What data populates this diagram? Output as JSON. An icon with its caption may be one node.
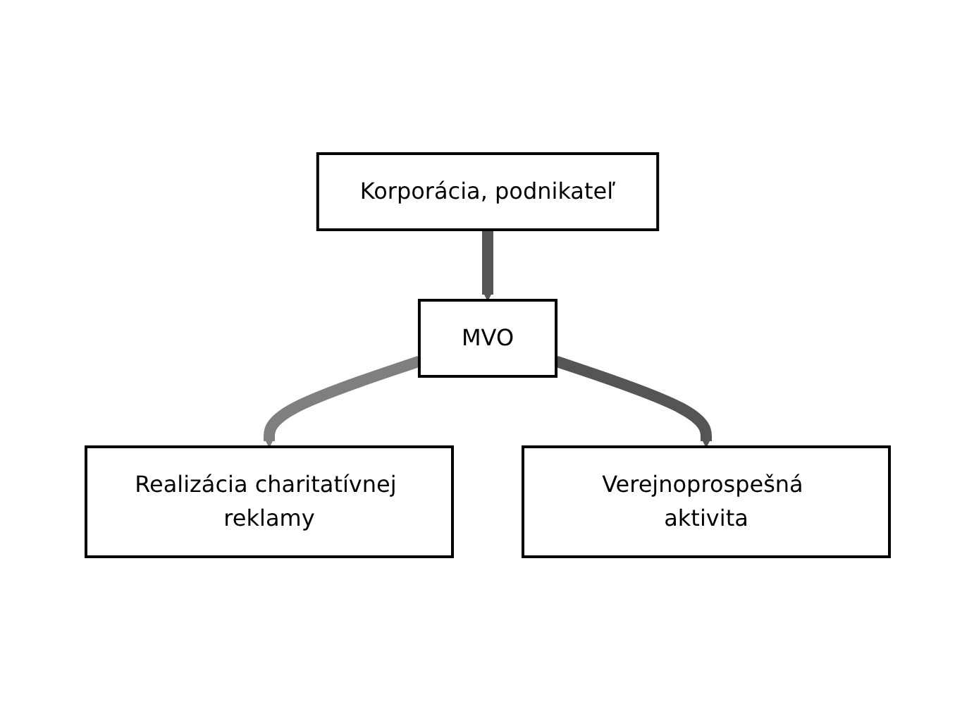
{
  "diagram": {
    "nodes": [
      {
        "text": [
          "Korporácia, podnikateľ"
        ]
      },
      {
        "text": [
          "MVO"
        ]
      },
      {
        "text": [
          "Realizácia charitatívnej reklamy"
        ]
      },
      {
        "text": [
          "Verejnoprospešná aktivita"
        ]
      }
    ],
    "edges": [
      {
        "from": 0,
        "to": 1,
        "arrow": "to"
      },
      {
        "from": 1,
        "to": 2,
        "arrow": "to",
        "color": "#7f7f7f"
      },
      {
        "from": 1,
        "to": 3,
        "arrow": "to"
      }
    ]
  }
}
